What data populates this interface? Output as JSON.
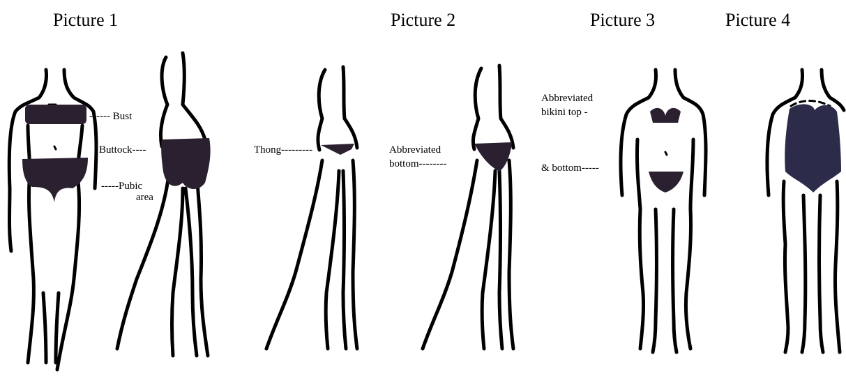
{
  "titles": {
    "picture1": "Picture 1",
    "picture2": "Picture 2",
    "picture3": "Picture 3",
    "picture4": "Picture 4"
  },
  "labels": {
    "bust": "------ Bust",
    "buttock": "Buttock----",
    "pubic_line1": "-----Pubic",
    "pubic_line2": "area",
    "thong": "Thong---------",
    "abbreviated_bottom_line1": "Abbreviated",
    "abbreviated_bottom_line2": "bottom--------",
    "bikini_top_line1": "Abbreviated",
    "bikini_top_line2": "bikini top -",
    "and_bottom": "& bottom-----"
  },
  "colors": {
    "garment": "#2a2030",
    "garment_blue": "#2c2c4a",
    "outline": "#000000"
  }
}
